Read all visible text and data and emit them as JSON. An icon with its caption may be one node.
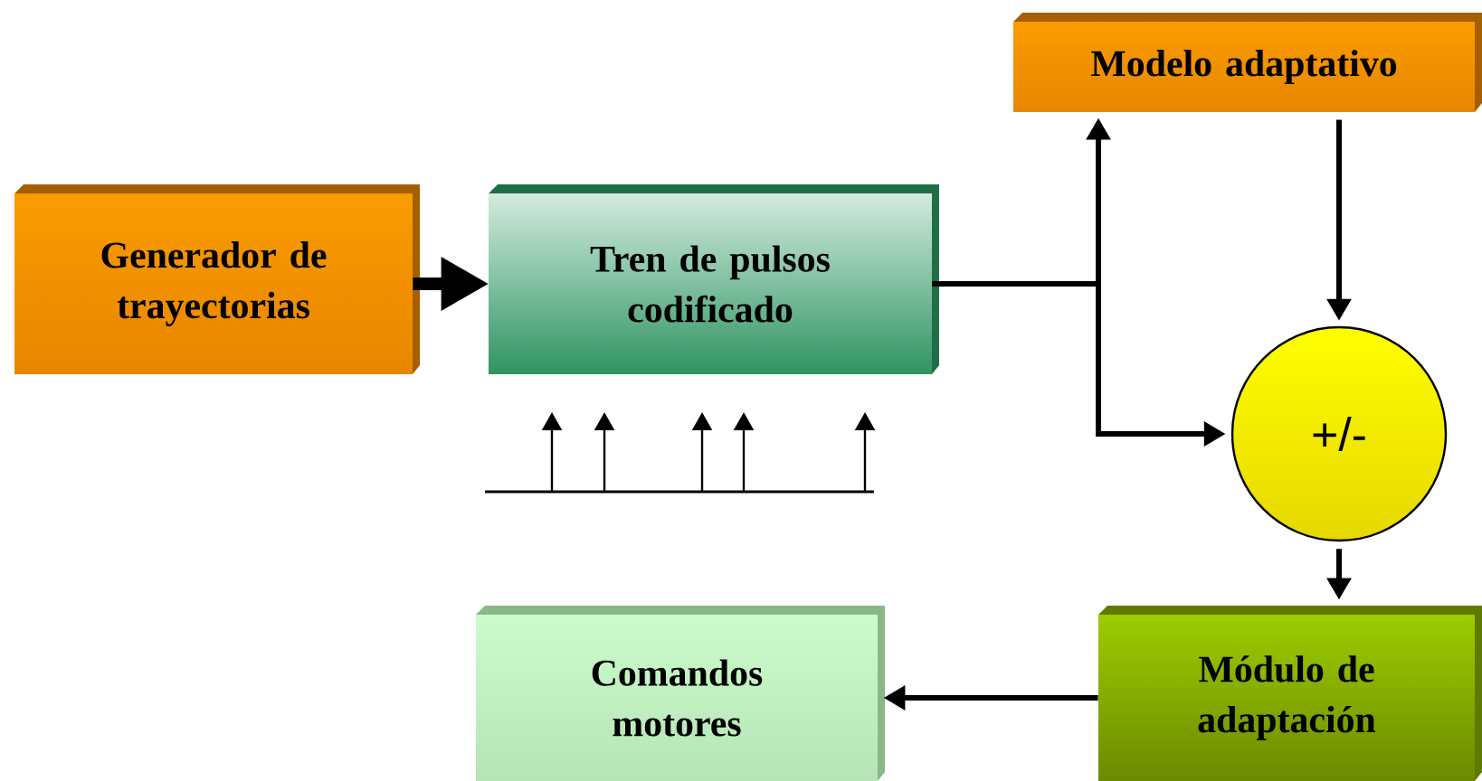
{
  "diagram": {
    "nodes": [
      {
        "text": [
          "Generador de trayectorias"
        ]
      },
      {
        "text": [
          "Tren de pulsos codificado"
        ]
      },
      {
        "text": [
          "Modelo adaptativo"
        ]
      },
      {
        "text": [
          "+/-"
        ]
      },
      {
        "text": [
          "Módulo de adaptación"
        ]
      },
      {
        "text": [
          "Comandos motores"
        ]
      }
    ],
    "edges": [
      {
        "from": 0,
        "to": 1,
        "arrow": "to",
        "style": "thick"
      },
      {
        "from": 1,
        "to": 2,
        "arrow": "to"
      },
      {
        "from": 1,
        "to": 3,
        "arrow": "to"
      },
      {
        "from": 2,
        "to": 3,
        "arrow": "to"
      },
      {
        "from": 3,
        "to": 4,
        "arrow": "to"
      },
      {
        "from": 4,
        "to": 5,
        "arrow": "to"
      }
    ]
  }
}
